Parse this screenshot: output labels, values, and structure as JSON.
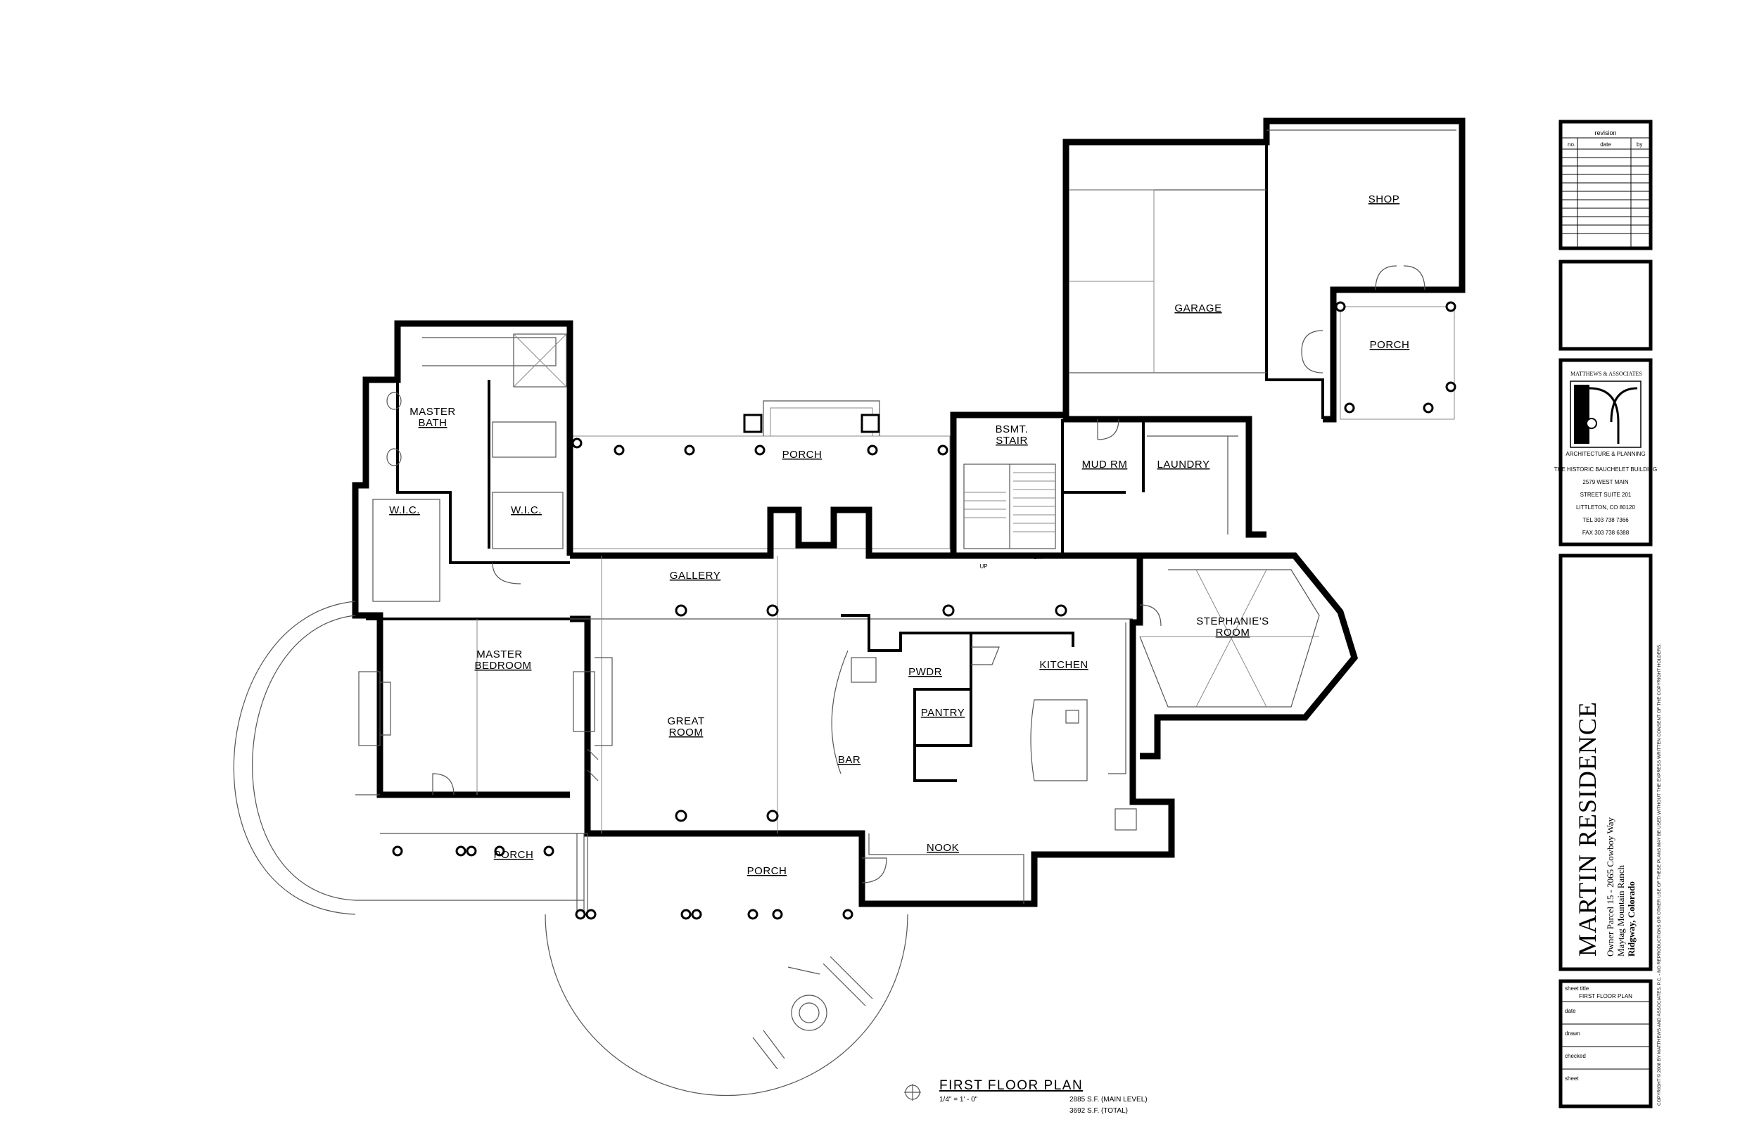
{
  "plan": {
    "title": "FIRST FLOOR PLAN",
    "scale": "1/4\" = 1' - 0\"",
    "area_main": "2885 S.F. (MAIN LEVEL)",
    "area_total": "3692 S.F. (TOTAL)",
    "rooms": {
      "master_bath_1": "MASTER",
      "master_bath_2": "BATH",
      "wic_left": "W.I.C.",
      "wic_right": "W.I.C.",
      "master_bedroom_1": "MASTER",
      "master_bedroom_2": "BEDROOM",
      "porch_north": "PORCH",
      "gallery": "GALLERY",
      "great_room_1": "GREAT",
      "great_room_2": "ROOM",
      "bar": "BAR",
      "pwdr": "PWDR",
      "pantry": "PANTRY",
      "kitchen": "KITCHEN",
      "nook": "NOOK",
      "porch_south": "PORCH",
      "porch_west": "PORCH",
      "bsmt_stair_1": "BSMT.",
      "bsmt_stair_2": "STAIR",
      "mud_rm": "MUD RM",
      "laundry": "LAUNDRY",
      "stephanies_room_1": "STEPHANIE'S",
      "stephanies_room_2": "ROOM",
      "garage": "GARAGE",
      "shop": "SHOP",
      "porch_east": "PORCH",
      "stair_up": "UP",
      "stair_dn": "DN"
    }
  },
  "title_block": {
    "revision_header": "revision",
    "revision_cols": [
      "no.",
      "date",
      "by"
    ],
    "firm_name": "MATTHEWS & ASSOCIATES",
    "firm_tagline": "ARCHITECTURE & PLANNING",
    "firm_building": "THE HISTORIC BAUCHELET BUILDING",
    "firm_address_1": "2579 WEST MAIN",
    "firm_address_2": "STREET SUITE 201",
    "firm_city": "LITTLETON, CO 80120",
    "firm_tel": "TEL 303 738 7366",
    "firm_fax": "FAX 303 738 6388",
    "project_name": "MARTIN RESIDENCE",
    "project_line_1": "Owner Parcel 15 - 2065 Cowboy Way",
    "project_line_2": "Maytag Mountain Ranch",
    "project_line_3": "Ridgway, Colorado",
    "copyright": "COPYRIGHT © 2008 BY MATTHEWS AND ASSOCIATES, P.C. - NO REPRODUCTIONS OR OTHER USE OF THESE PLANS MAY BE USED WITHOUT THE EXPRESS WRITTEN CONSENT OF THE COPYRIGHT HOLDERS.",
    "sheet_title_label": "sheet title",
    "sheet_title_value": "FIRST FLOOR PLAN",
    "date_label": "date",
    "drawn_label": "drawn",
    "checked_label": "checked",
    "sheet_label": "sheet"
  }
}
